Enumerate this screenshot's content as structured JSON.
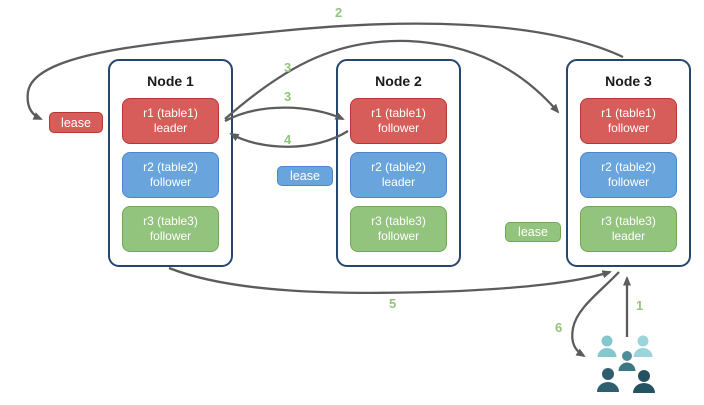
{
  "nodes": [
    {
      "title": "Node 1",
      "replicas": [
        {
          "name": "r1 (table1)",
          "role": "leader",
          "color": "red"
        },
        {
          "name": "r2 (table2)",
          "role": "follower",
          "color": "blue"
        },
        {
          "name": "r3 (table3)",
          "role": "follower",
          "color": "green"
        }
      ]
    },
    {
      "title": "Node 2",
      "replicas": [
        {
          "name": "r1 (table1)",
          "role": "follower",
          "color": "red"
        },
        {
          "name": "r2 (table2)",
          "role": "leader",
          "color": "blue"
        },
        {
          "name": "r3 (table3)",
          "role": "follower",
          "color": "green"
        }
      ]
    },
    {
      "title": "Node 3",
      "replicas": [
        {
          "name": "r1 (table1)",
          "role": "follower",
          "color": "red"
        },
        {
          "name": "r2 (table2)",
          "role": "follower",
          "color": "blue"
        },
        {
          "name": "r3 (table3)",
          "role": "leader",
          "color": "green"
        }
      ]
    }
  ],
  "leases": [
    {
      "label": "lease",
      "color": "red"
    },
    {
      "label": "lease",
      "color": "blue"
    },
    {
      "label": "lease",
      "color": "green"
    }
  ],
  "steps": {
    "s1": "1",
    "s2": "2",
    "s3a": "3",
    "s3b": "3",
    "s4": "4",
    "s5": "5",
    "s6": "6"
  },
  "icons": {
    "users_icon": "group-of-client-users"
  },
  "palette": {
    "node-border": "#26466d",
    "red-fill": "#d65d5a",
    "red-border": "#b93632",
    "blue-fill": "#6aa4dd",
    "blue-border": "#4a86c8",
    "green-fill": "#93c47d",
    "green-border": "#6fa857",
    "arrow": "#5c5c5c",
    "step-green": "#93c47d",
    "title-color": "#1a1a1a",
    "users-1": "#85c7cf",
    "users-2": "#9bd4d9",
    "users-3-head": "#4f8d99",
    "users-3-body": "#3c7884",
    "users-4": "#2e5f6e",
    "users-5": "#255260"
  }
}
